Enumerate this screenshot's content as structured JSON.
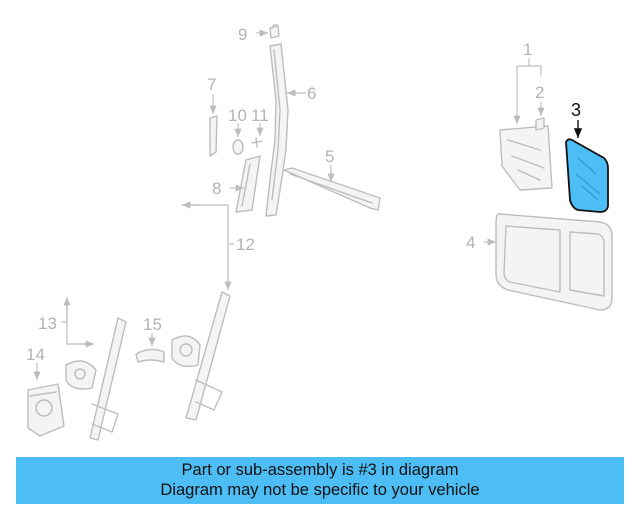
{
  "diagram": {
    "highlight_color": "#4dbdf5",
    "callouts": {
      "c1": "1",
      "c2": "2",
      "c3": "3",
      "c4": "4",
      "c5": "5",
      "c6": "6",
      "c7": "7",
      "c8": "8",
      "c9": "9",
      "c10": "10",
      "c11": "11",
      "c12": "12",
      "c13": "13",
      "c14": "14",
      "c15": "15"
    }
  },
  "banner": {
    "line1": "Part or sub-assembly is #3 in diagram",
    "line2": "Diagram may not be specific to your vehicle",
    "background": "#4dbdf5"
  }
}
